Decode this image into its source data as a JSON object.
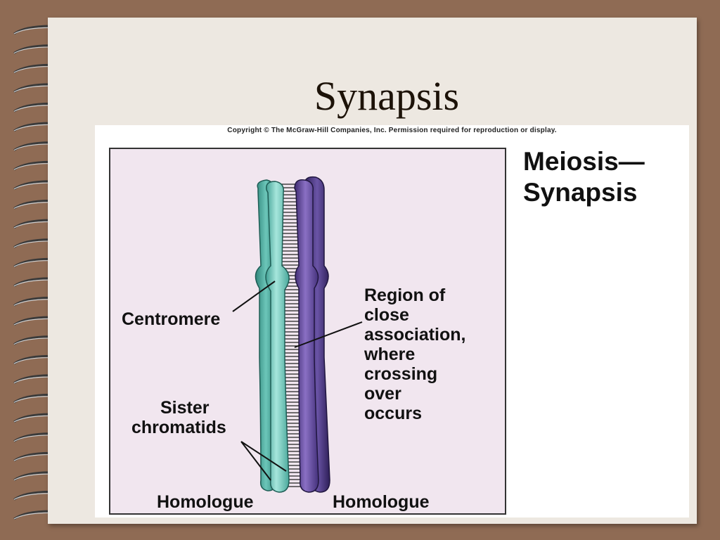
{
  "slide": {
    "title": "Synapsis"
  },
  "figure": {
    "copyright": "Copyright © The McGraw-Hill Companies, Inc. Permission required for reproduction or display.",
    "title_line1": "Meiosis—",
    "title_line2": "Synapsis",
    "labels": {
      "centromere": "Centromere",
      "sister_line1": "Sister",
      "sister_line2": "chromatids",
      "region_lines": [
        "Region of",
        "close",
        "association,",
        "where",
        "crossing",
        "over",
        "occurs"
      ],
      "homologue_left": "Homologue",
      "homologue_right": "Homologue"
    }
  },
  "colors": {
    "background": "#8f6b54",
    "paper": "#ede8e1",
    "panel": "#f1e6ef",
    "teal_chromatid": "#6ec9bd",
    "purple_chromatid": "#6a4fa3"
  }
}
